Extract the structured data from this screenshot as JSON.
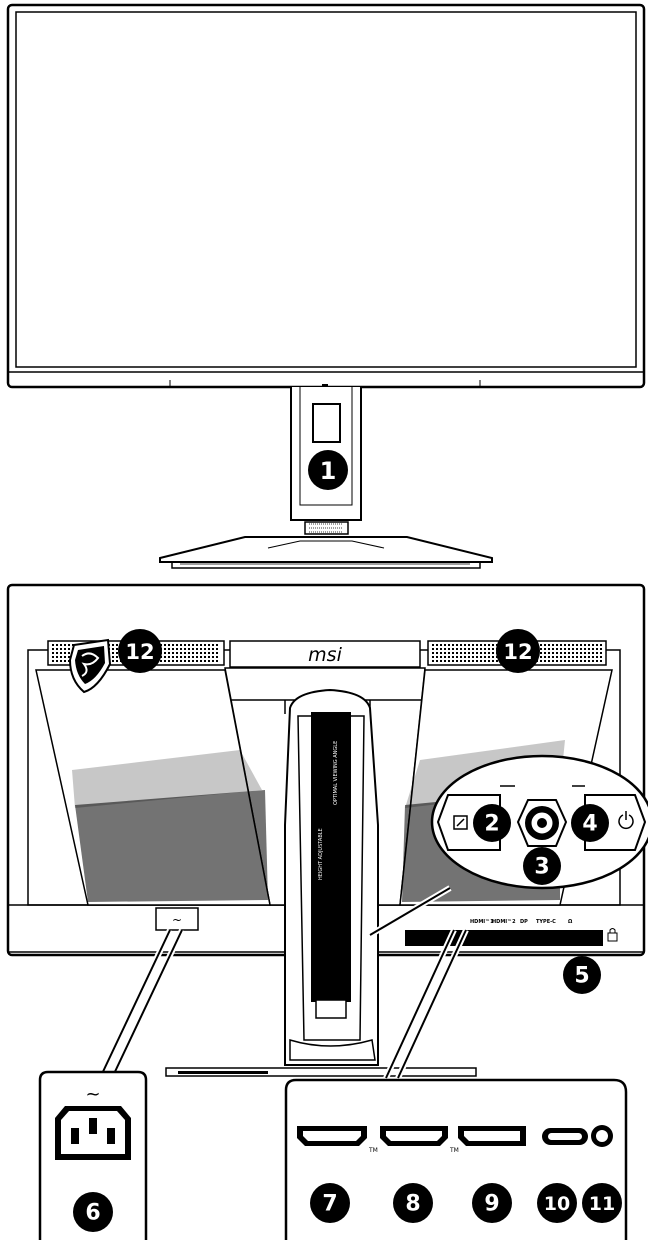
{
  "diagram": {
    "brand_logo": "msi",
    "front_view": {
      "callouts": [
        "1"
      ]
    },
    "rear_view": {
      "callouts": [
        "12",
        "12",
        "2",
        "3",
        "4",
        "5"
      ],
      "stand_labels": [
        "HEIGHT ADJUSTABLE",
        "OPTIMAL VIEWING ANGLE"
      ],
      "port_labels": [
        "HDMI™1",
        "HDMI™2",
        "DP",
        "TYPE-C",
        "Ω"
      ],
      "power_symbol": "~"
    },
    "power_detail": {
      "symbol": "~",
      "callout": "6"
    },
    "ports_detail": {
      "callouts": [
        "7",
        "8",
        "9",
        "10",
        "11"
      ],
      "tm_marks": [
        "TM",
        "TM"
      ]
    },
    "icons": {
      "osd_button": "msi-mode-icon",
      "joystick": "navi-key-icon",
      "power_button": "power-icon",
      "kensington_lock": "lock-icon"
    }
  }
}
